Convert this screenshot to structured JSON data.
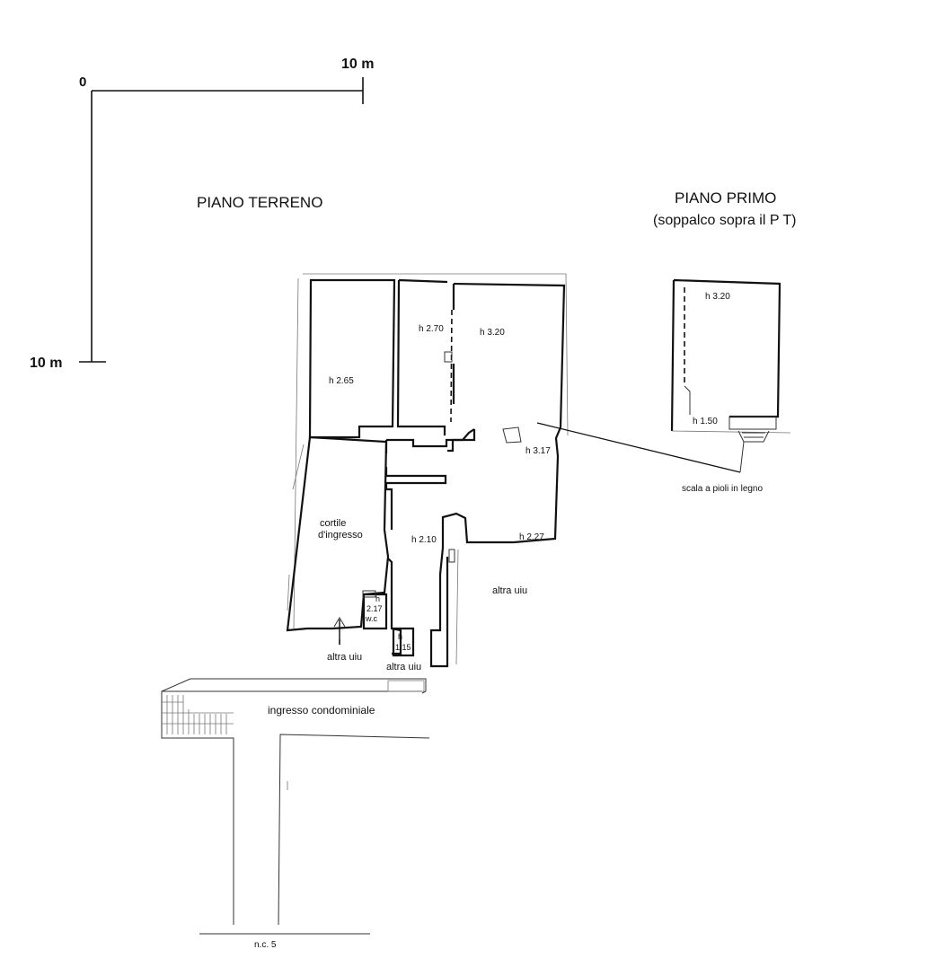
{
  "scale": {
    "origin_label": "0",
    "x_label": "10 m",
    "y_label": "10 m"
  },
  "ground_floor": {
    "title": "PIANO TERRENO",
    "heights": {
      "room_left": "h 2.65",
      "room_mid": "h 2.70",
      "room_right_top": "h 3.20",
      "room_right_mid": "h 3.17",
      "room_corner": "h 2.27",
      "corridor": "h 2.10",
      "wc_h": "h",
      "wc_val": "2.17",
      "wc_label": "w.c",
      "small_h": "h",
      "small_val": "1.15"
    },
    "labels": {
      "courtyard_line1": "cortile",
      "courtyard_line2": "d'ingresso",
      "other_unit_right": "altra uiu",
      "other_unit_left": "altra uiu",
      "other_unit_mid": "altra uiu",
      "entrance": "ingresso condominiale",
      "civic_number": "n.c. 5"
    }
  },
  "first_floor": {
    "title": "PIANO PRIMO",
    "subtitle": "(soppalco sopra il P T)",
    "height_top": "h 3.20",
    "height_bottom": "h 1.50",
    "ladder_note": "scala a pioli in legno"
  }
}
